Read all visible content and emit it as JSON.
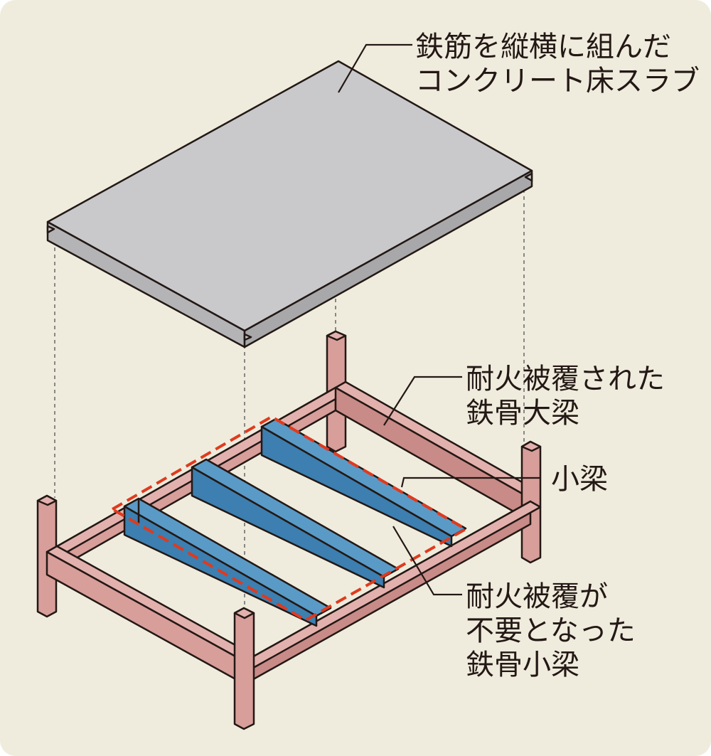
{
  "colors": {
    "background": "#efecdd",
    "slab_top": "#c9c9cb",
    "slab_side": "#b4b4b6",
    "frame": "#d89e9a",
    "frame_dark": "#c98b87",
    "beam_blue": "#4a8cbb",
    "highlight_red": "#e03a1e",
    "line": "#231815"
  },
  "labels": {
    "slab": [
      "鉄筋を縦横に組んだ",
      "コンクリート床スラブ"
    ],
    "main_beam": [
      "耐火被覆された",
      "鉄骨大梁"
    ],
    "small_beam": [
      "小梁"
    ],
    "unprotected_beam": [
      "耐火被覆が",
      "不要となった",
      "鉄骨小梁"
    ]
  }
}
